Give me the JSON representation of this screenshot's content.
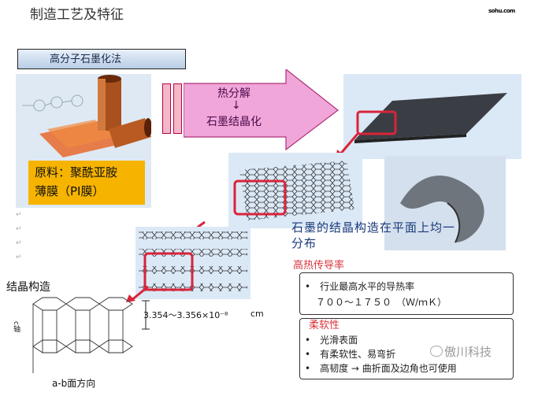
{
  "header": {
    "title": "制造工艺及特征",
    "logo_text": "sohu.com"
  },
  "slide": {
    "method_label": "高分子石墨化法",
    "raw_material": {
      "line1": "原料：聚酰亚胺",
      "line2": "薄膜（PI膜）"
    },
    "process_arrow": {
      "line1": "热分解",
      "down_arrow": "↓",
      "line2": "石墨结晶化"
    },
    "crystal_caption": {
      "line1": "石墨的结晶构造在平面上均一",
      "line2": "分布"
    },
    "crystal_structure_label": "结晶构造",
    "lattice_spacing": "3.354～3.356×10⁻⁸",
    "lattice_unit": "cm",
    "c_axis_label": "c轴",
    "ab_plane_label": "a-b面方向",
    "thermal": {
      "heading": "高热传导率",
      "bullet1": "行业最高水平的导热率",
      "bullet2": "７００～１７５０　（Ｗ/ｍＫ）"
    },
    "flexibility": {
      "heading": "柔软性",
      "bullet1": "光滑表面",
      "bullet2": "有柔软性、易弯折",
      "bullet3": "高韧度 → 曲折面及边角也可使用"
    },
    "watermark": "傲川科技"
  },
  "colors": {
    "highlight_red": "#d9243a",
    "raw_box_orange": "#f6b400",
    "arrow_pink": "#f0a6d8",
    "caption_blue": "#1a3a7a"
  }
}
